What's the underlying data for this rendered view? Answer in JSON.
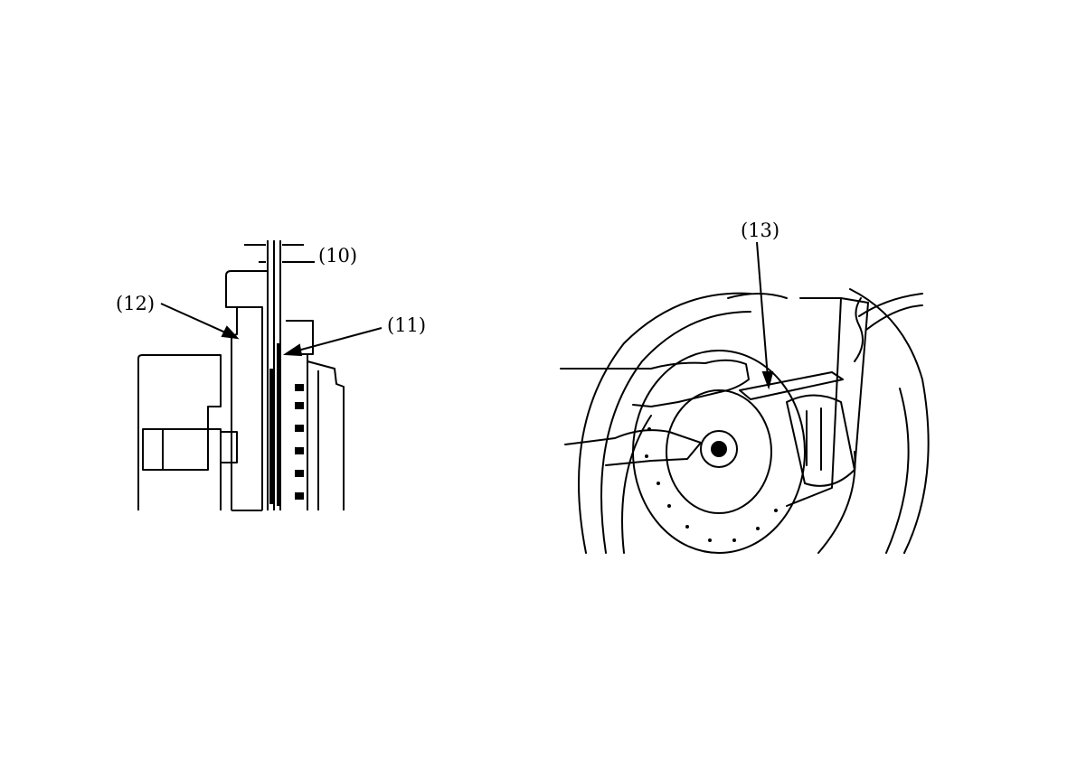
{
  "callouts": {
    "c10": "(10)",
    "c11": "(11)",
    "c12": "(12)",
    "c13": "(13)"
  },
  "colors": {
    "ink": "#000000",
    "paper": "#ffffff"
  }
}
